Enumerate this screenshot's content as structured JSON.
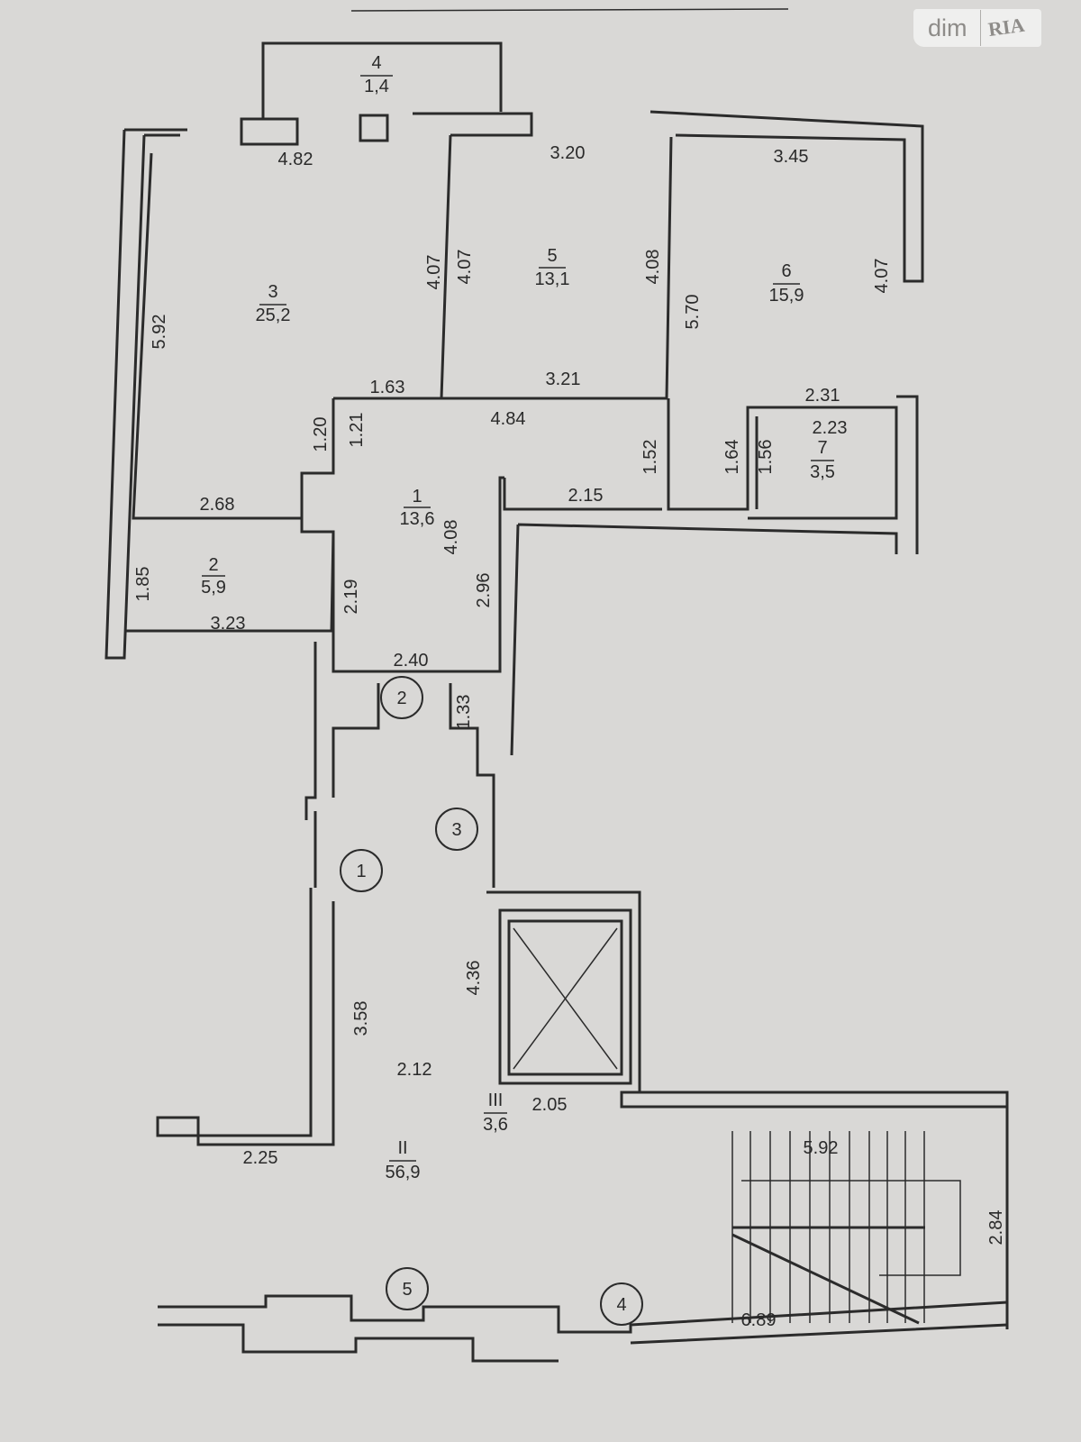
{
  "logo": {
    "left": "dim",
    "right": "RIA"
  },
  "rooms": [
    {
      "num": "4",
      "area": "1,4"
    },
    {
      "num": "3",
      "area": "25,2"
    },
    {
      "num": "5",
      "area": "13,1"
    },
    {
      "num": "6",
      "area": "15,9"
    },
    {
      "num": "7",
      "area": "3,5"
    },
    {
      "num": "1",
      "area": "13,6"
    },
    {
      "num": "2",
      "area": "5,9"
    },
    {
      "num": "II",
      "area": "56,9"
    },
    {
      "num": "III",
      "area": "3,6"
    }
  ],
  "dimensions": [
    "4.82",
    "3.20",
    "3.45",
    "5.92",
    "4.07",
    "4.07",
    "4.08",
    "5.70",
    "4.07",
    "1.63",
    "3.21",
    "2.31",
    "4.84",
    "1.20",
    "1.21",
    "1.52",
    "1.64",
    "1.56",
    "2.23",
    "2.68",
    "2.15",
    "4.08",
    "1.85",
    "2.19",
    "2.96",
    "3.23",
    "2.40",
    "1.33",
    "4.36",
    "3.58",
    "2.12",
    "2.05",
    "2.25",
    "5.92",
    "2.84",
    "6.89"
  ],
  "markers": [
    "1",
    "2",
    "3",
    "4",
    "5"
  ]
}
